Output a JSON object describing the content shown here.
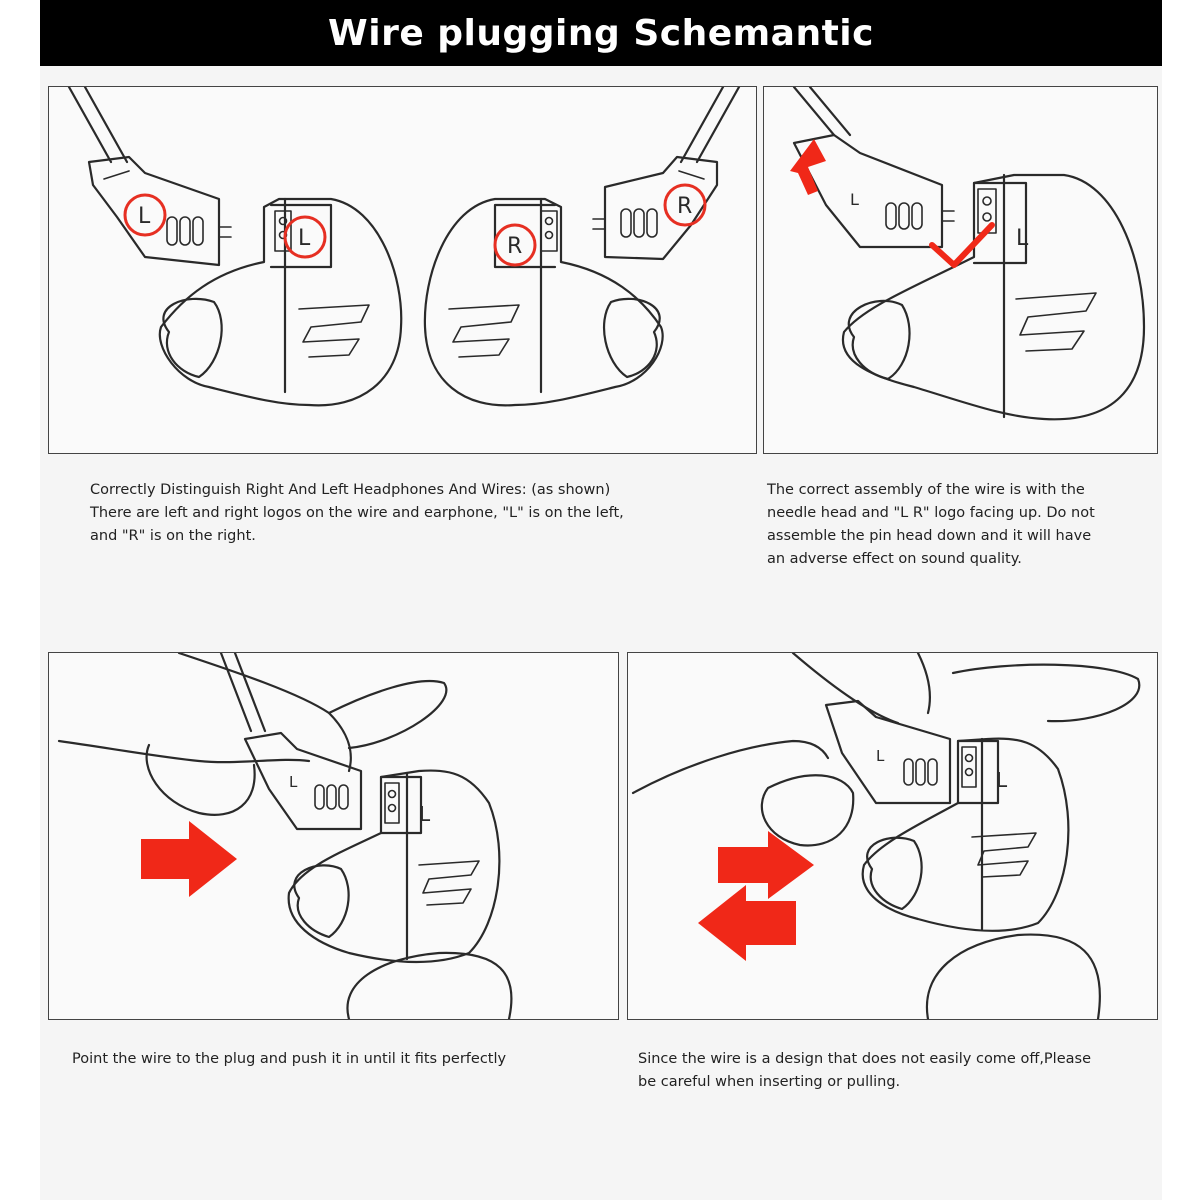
{
  "title": "Wire plugging Schemantic",
  "diagram_labels": {
    "left": "L",
    "right": "R"
  },
  "accent_color": "#f02818",
  "steps": [
    {
      "caption_lines": [
        "Correctly Distinguish Right And Left Headphones And Wires: (as shown)",
        "There are left and right logos on the wire and earphone, \"L\" is on the left,",
        "and \"R\" is on the right."
      ]
    },
    {
      "caption_lines": [
        "The correct assembly of the wire is with the",
        "needle head and \"L R\" logo facing up. Do not",
        "assemble the pin head down and it will have",
        "an adverse effect on sound quality."
      ]
    },
    {
      "caption_lines": [
        "Point the wire to the plug and push it in until it fits perfectly"
      ]
    },
    {
      "caption_lines": [
        "Since the wire is a design that does not easily come off,Please",
        "be careful when inserting or pulling."
      ]
    }
  ]
}
